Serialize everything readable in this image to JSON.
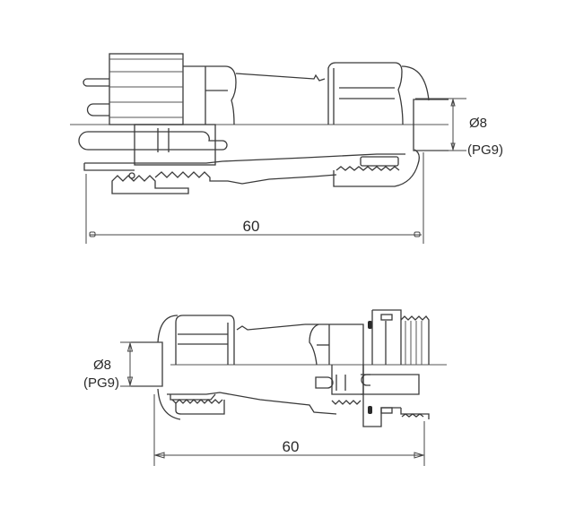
{
  "top_view": {
    "length_label": "60",
    "diameter_label": "Ø8",
    "thread_label": "(PG9)"
  },
  "bottom_view": {
    "length_label": "60",
    "diameter_label": "Ø8",
    "thread_label": "(PG9)"
  },
  "colors": {
    "line": "#3a3a3a",
    "background": "#ffffff"
  }
}
